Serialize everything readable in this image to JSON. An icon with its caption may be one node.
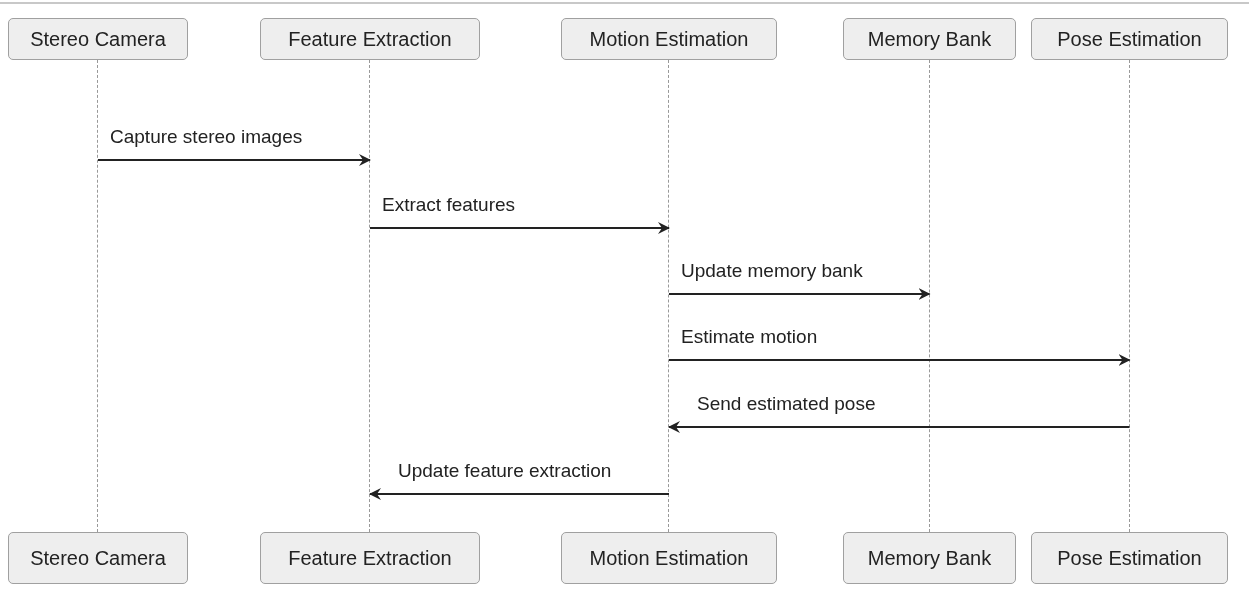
{
  "diagram": {
    "nodes": [
      {
        "text": [
          "Stereo Camera"
        ]
      },
      {
        "text": [
          "Feature Extraction"
        ]
      },
      {
        "text": [
          "Motion Estimation"
        ]
      },
      {
        "text": [
          "Memory Bank"
        ]
      },
      {
        "text": [
          "Pose Estimation"
        ]
      },
      {
        "text": [],
        "shape": "line"
      },
      {
        "text": [],
        "shape": "line"
      },
      {
        "text": [],
        "shape": "line"
      },
      {
        "text": [],
        "shape": "line"
      },
      {
        "text": [],
        "shape": "line"
      },
      {
        "text": [
          "Stereo Camera"
        ]
      },
      {
        "text": [
          "Feature Extraction"
        ]
      },
      {
        "text": [
          "Motion Estimation"
        ]
      },
      {
        "text": [
          "Memory Bank"
        ]
      },
      {
        "text": [
          "Pose Estimation"
        ]
      }
    ],
    "edges": [
      {
        "from": 5,
        "to": 6,
        "arrow": "to",
        "label": "Capture stereo images"
      },
      {
        "from": 6,
        "to": 7,
        "arrow": "to",
        "label": "Extract features"
      },
      {
        "from": 7,
        "to": 8,
        "arrow": "to",
        "label": "Update memory bank"
      },
      {
        "from": 7,
        "to": 9,
        "arrow": "to",
        "label": "Estimate motion"
      },
      {
        "from": 9,
        "to": 7,
        "arrow": "to",
        "label": "Send estimated pose"
      },
      {
        "from": 7,
        "to": 6,
        "arrow": "to",
        "label": "Update feature extraction"
      }
    ]
  }
}
